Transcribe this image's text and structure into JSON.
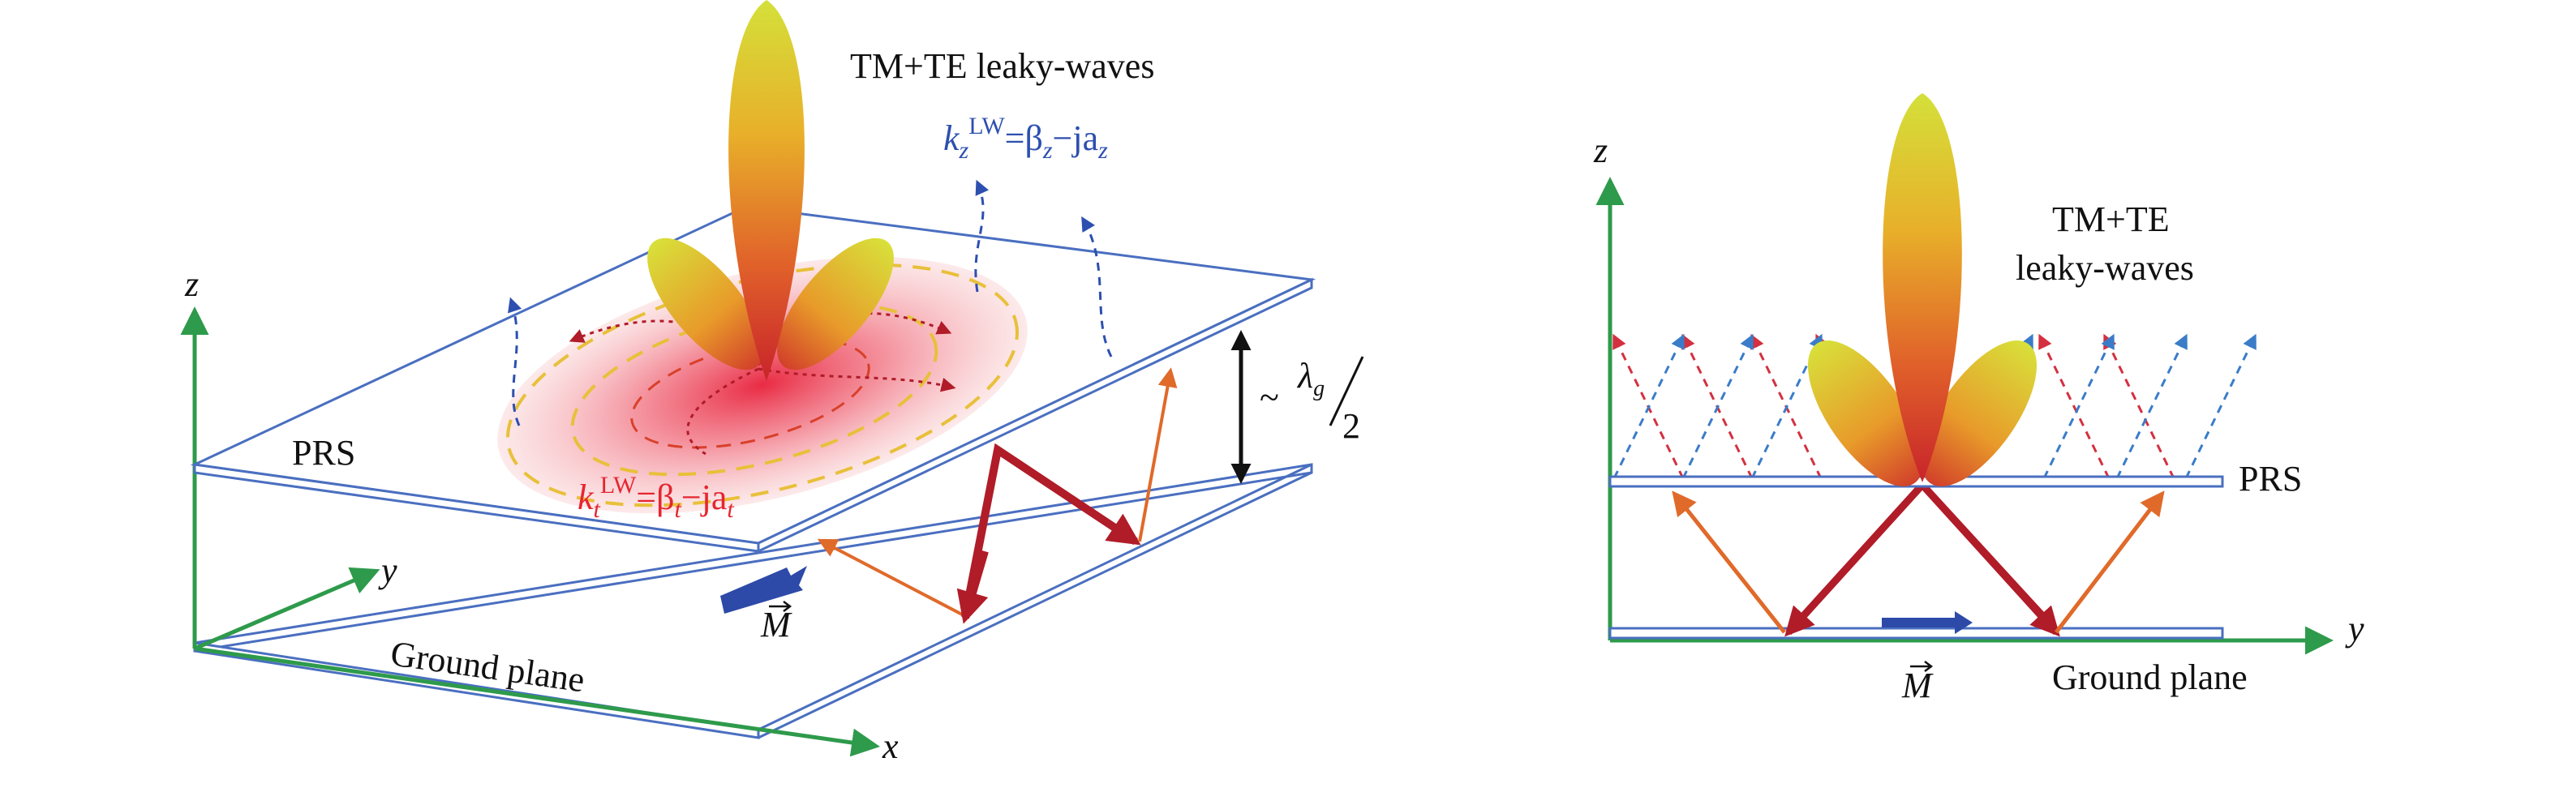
{
  "left_panel": {
    "title": "TM+TE leaky-waves",
    "kz_formula": {
      "k": "k",
      "sub": "z",
      "sup": "LW",
      "rhs": "=β",
      "rhs_sub": "z",
      "minus": "−ja",
      "end_sub": "z"
    },
    "kt_formula": {
      "k": "k",
      "sub": "t",
      "sup": "LW",
      "rhs": "=β",
      "rhs_sub": "t",
      "minus": "−ja",
      "end_sub": "t"
    },
    "prs_label": "PRS",
    "ground_label": "Ground plane",
    "axis_z": "z",
    "axis_y": "y",
    "axis_x": "x",
    "source_label": "M",
    "height_label": {
      "tilde": "~",
      "lambda": "λ",
      "lambda_sub": "g",
      "denominator": "2"
    }
  },
  "right_panel": {
    "title_line1": "TM+TE",
    "title_line2": "leaky-waves",
    "prs_label": "PRS",
    "ground_label": "Ground plane",
    "axis_z": "z",
    "axis_y": "y",
    "source_label": "M"
  },
  "colors": {
    "axis": "#2e9a4b",
    "plate": "#4a6fc0",
    "wave_dark": "#b01c28",
    "wave_light": "#e06a2a",
    "leak_blue": "#2d4fb0",
    "leak_red": "#d43040",
    "kz_text": "#2d4fb0",
    "kt_text": "#e52630",
    "source": "#2d4aa8"
  }
}
